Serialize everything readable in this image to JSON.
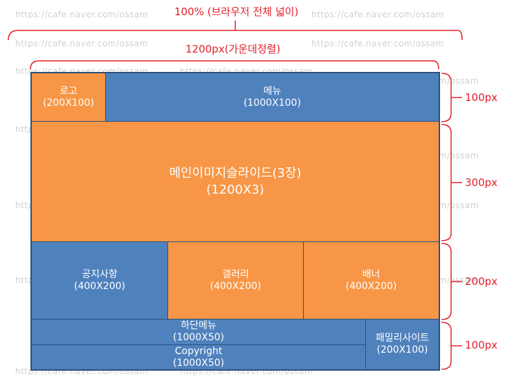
{
  "labels": {
    "full_width": "100% (브라우저 전체 넓이)",
    "center_width": "1200px(가운데정렬)",
    "row_heights": [
      "100px",
      "300px",
      "200px",
      "100px"
    ]
  },
  "watermark_text": "https://cafe.naver.com/ossam",
  "blocks": {
    "logo": {
      "name": "로고",
      "size": "(200X100)"
    },
    "menu": {
      "name": "메뉴",
      "size": "(1000X100)"
    },
    "slider": {
      "name": "메인이미지슬라이드(3장)",
      "size": "(1200X3)"
    },
    "notice": {
      "name": "공지사항",
      "size": "(400X200)"
    },
    "gallery": {
      "name": "갤러리",
      "size": "(400X200)"
    },
    "banner": {
      "name": "배너",
      "size": "(400X200)"
    },
    "footer_menu": {
      "name": "하단메뉴",
      "size": "(1000X50)"
    },
    "copyright": {
      "name": "Copyright",
      "size": "(1000X50)"
    },
    "family_site": {
      "name": "패밀리사이트",
      "size": "(200X100)"
    }
  },
  "colors": {
    "orange": "#f79646",
    "blue": "#4f81bd",
    "border": "#2c4f7c",
    "red": "#e0202a"
  }
}
